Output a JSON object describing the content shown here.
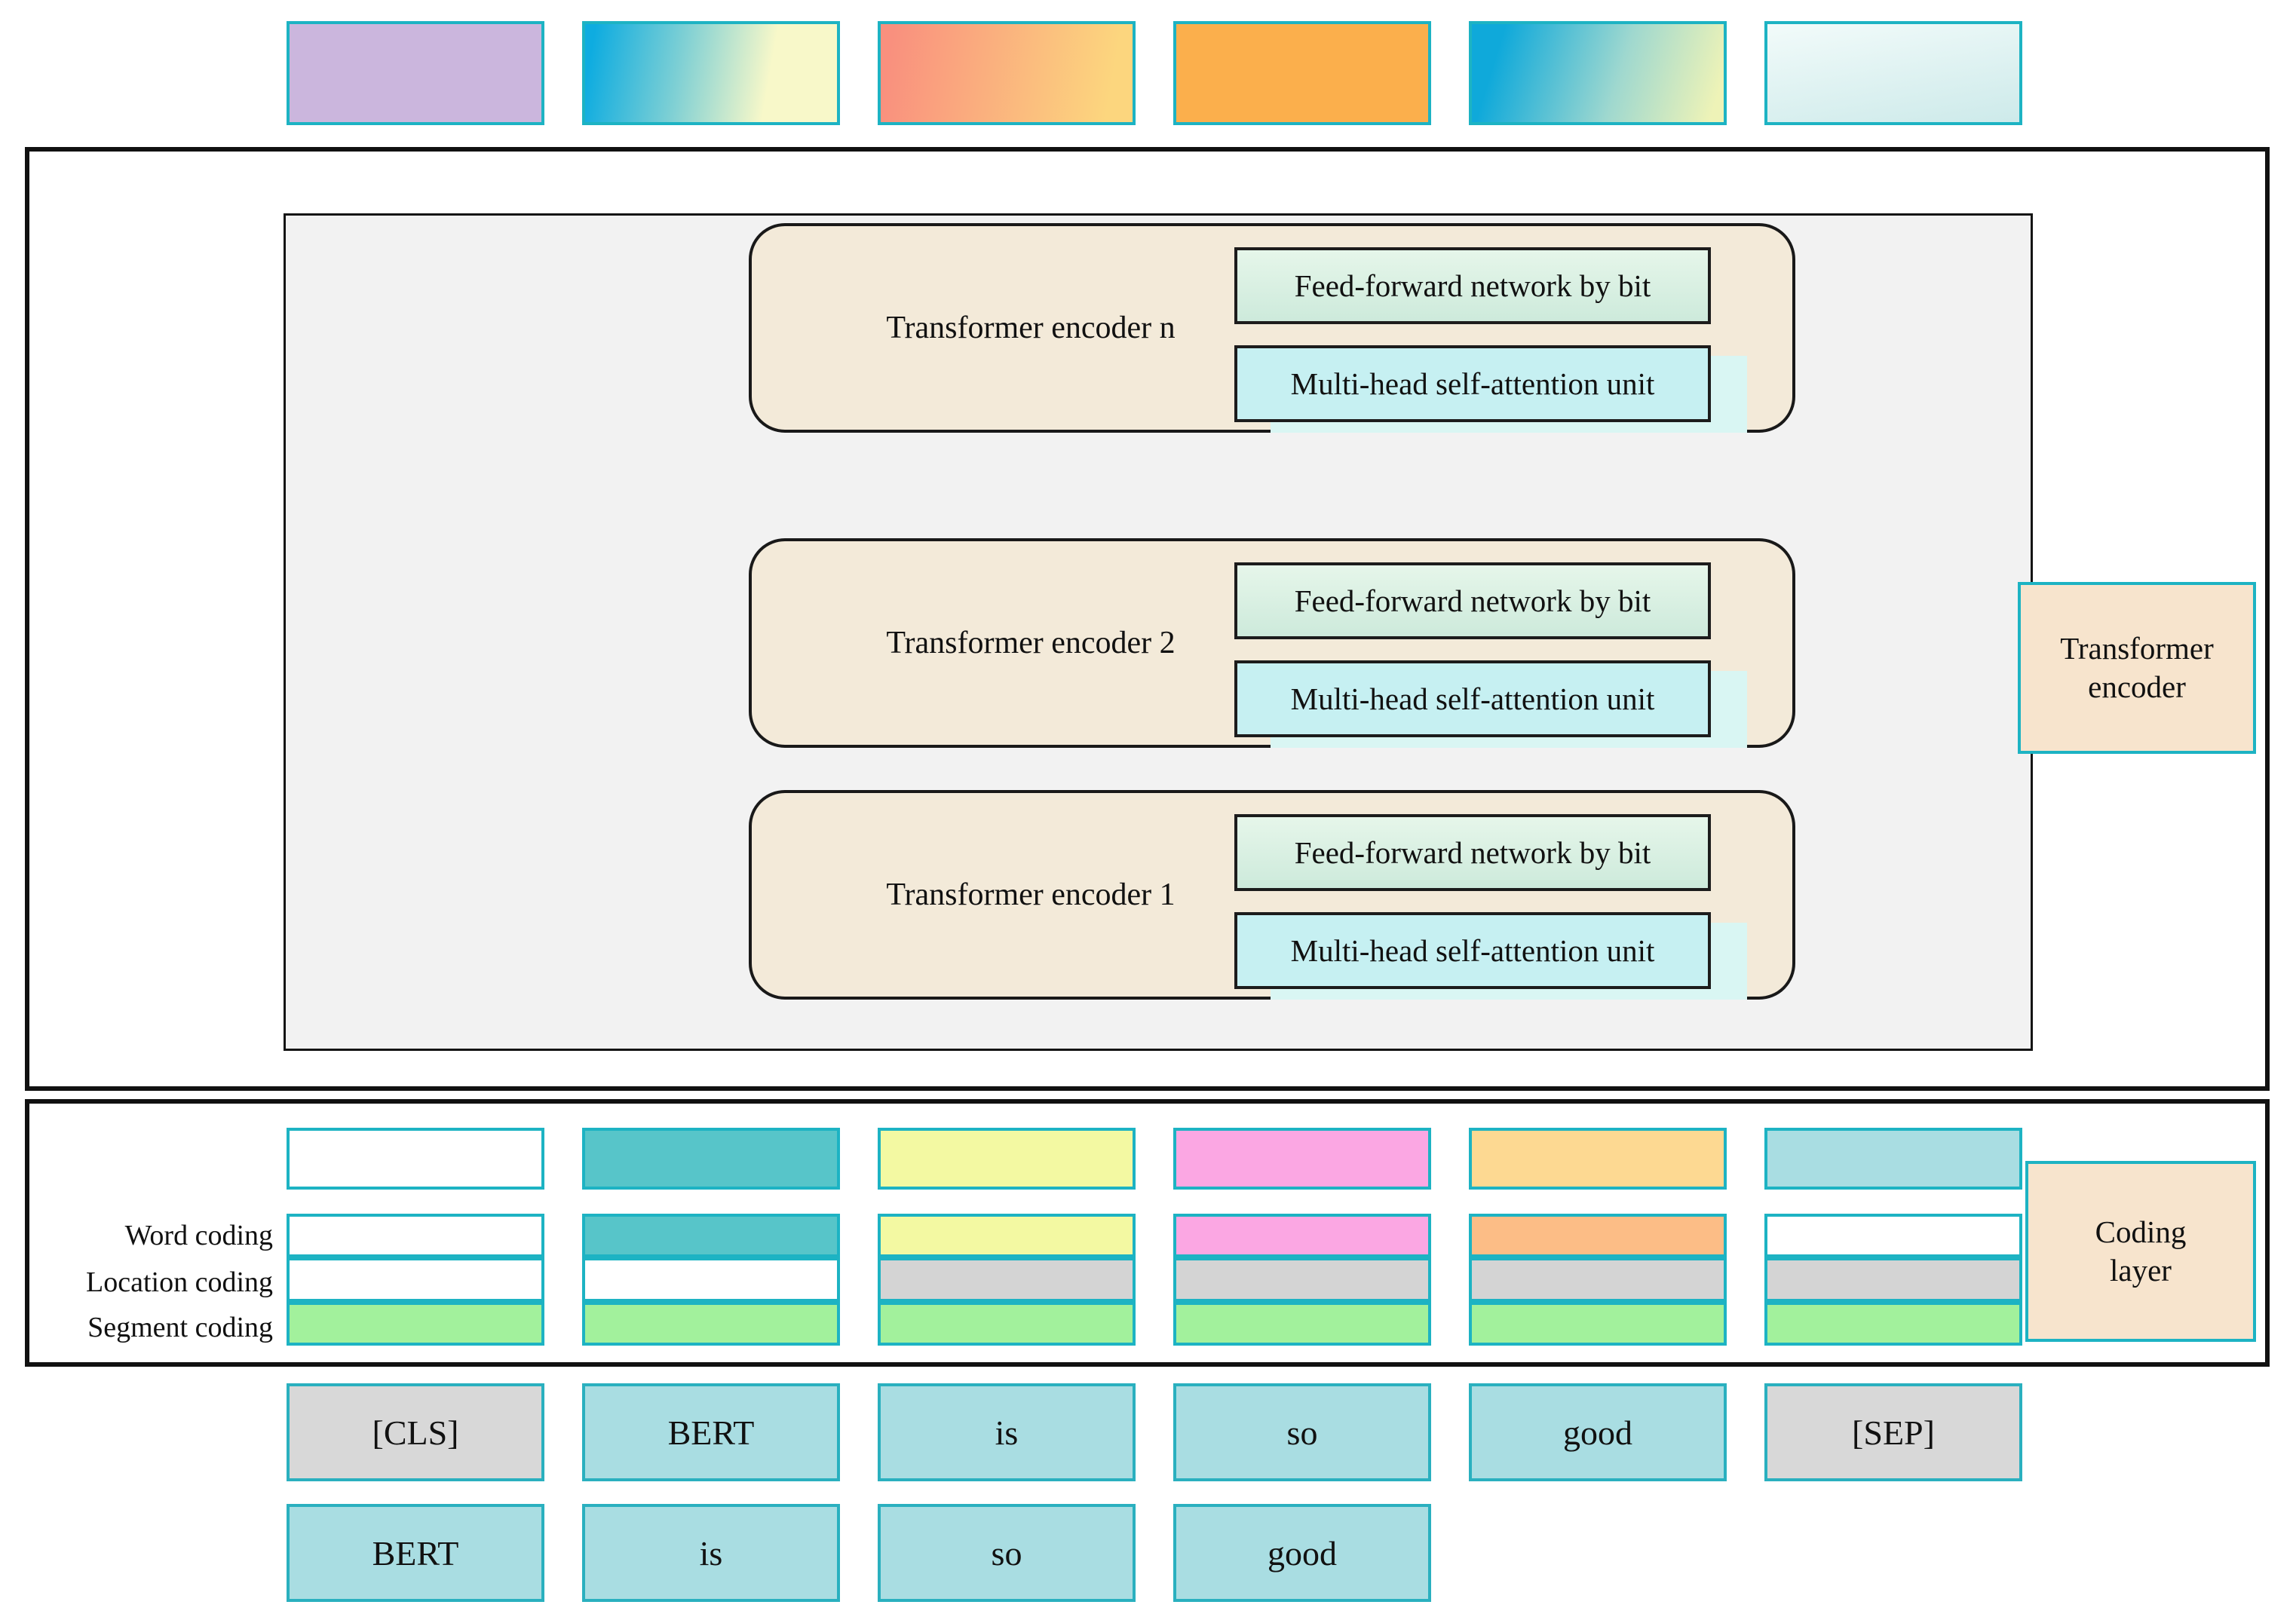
{
  "encoder_stack": {
    "blocks": [
      {
        "label": "Transformer encoder n"
      },
      {
        "label": "Transformer encoder 2"
      },
      {
        "label": "Transformer encoder 1"
      }
    ],
    "ffn_label": "Feed-forward network by bit",
    "mhsa_label": "Multi-head self-attention unit"
  },
  "side_labels": {
    "transformer_encoder": "Transformer encoder",
    "coding_layer": "Coding layer"
  },
  "coding": {
    "row_labels": [
      "Word coding",
      "Location coding",
      "Segment coding"
    ],
    "columns": [
      {
        "free": "white",
        "word": "white",
        "location": "white",
        "segment": "green"
      },
      {
        "free": "teal",
        "word": "teal",
        "location": "white",
        "segment": "green"
      },
      {
        "free": "pale-yellow",
        "word": "pale-yellow",
        "location": "gray",
        "segment": "green"
      },
      {
        "free": "pink",
        "word": "pink",
        "location": "gray",
        "segment": "green"
      },
      {
        "free": "light-orange",
        "word": "orange",
        "location": "gray",
        "segment": "green"
      },
      {
        "free": "light-teal",
        "word": "white",
        "location": "gray",
        "segment": "green"
      }
    ]
  },
  "tokens": {
    "row1": [
      "[CLS]",
      "BERT",
      "is",
      "so",
      "good",
      "[SEP]"
    ],
    "row2": [
      "BERT",
      "is",
      "so",
      "good"
    ]
  },
  "palette": {
    "teal_border": "#1db3c3",
    "beige_block": "#f3ead9",
    "gray_panel": "#f2f2f2",
    "ffn_green": "#d5efdd",
    "mhsa_cyan": "#c6f0f2",
    "mhsa_shadow": "#d9f6f3",
    "side_box_peach": "#f7e4cd",
    "cell_teal": "#57c5c9",
    "cell_pale_yellow": "#f3f9a2",
    "cell_pink": "#fba7e3",
    "cell_light_orange": "#fdd992",
    "cell_orange": "#fcbd86",
    "cell_light_teal": "#a9dde2",
    "cell_gray": "#d4d4d4",
    "cell_green": "#a2f19c",
    "token_teal": "#a9dde2",
    "token_gray": "#d8d8d8",
    "top_lavender": "#cbb6dd",
    "top_orange": "#fbaf4c"
  }
}
